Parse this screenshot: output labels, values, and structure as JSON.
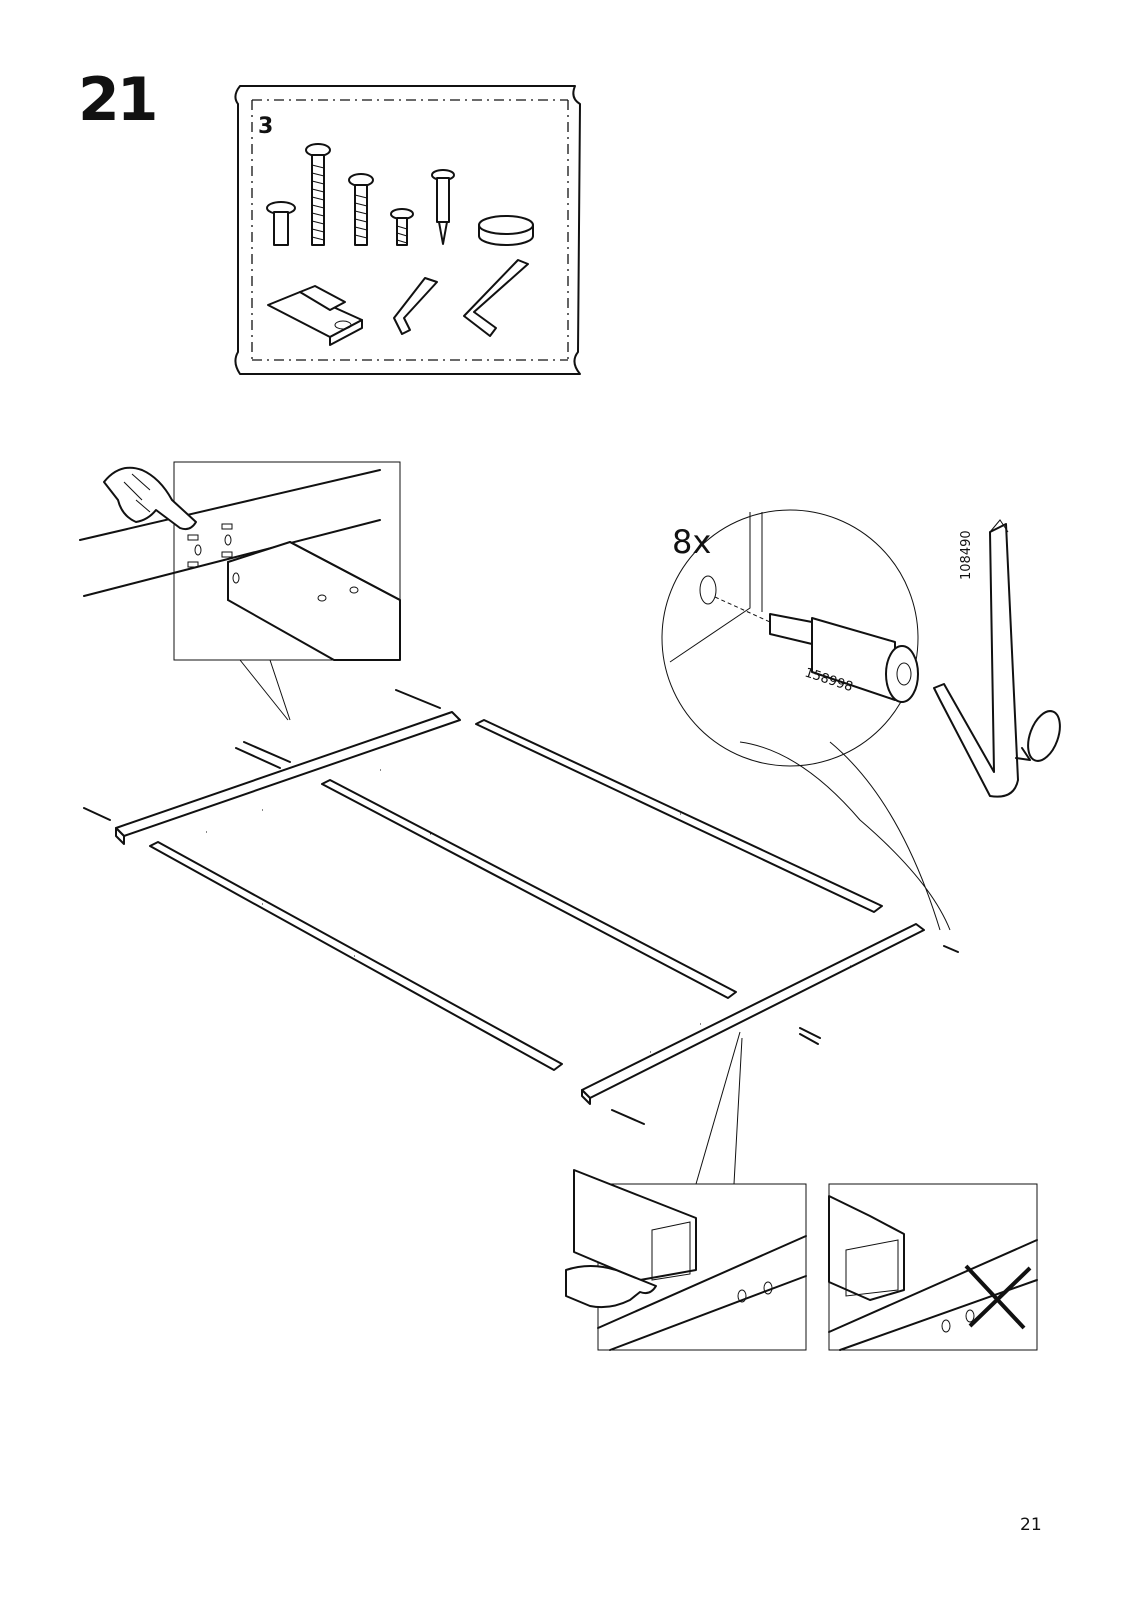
{
  "step": {
    "number": "21"
  },
  "parts_bag": {
    "number": "3"
  },
  "detail": {
    "quantity": "8x",
    "dowel_part": "158998",
    "key_part": "108490"
  },
  "page": {
    "number": "21"
  }
}
